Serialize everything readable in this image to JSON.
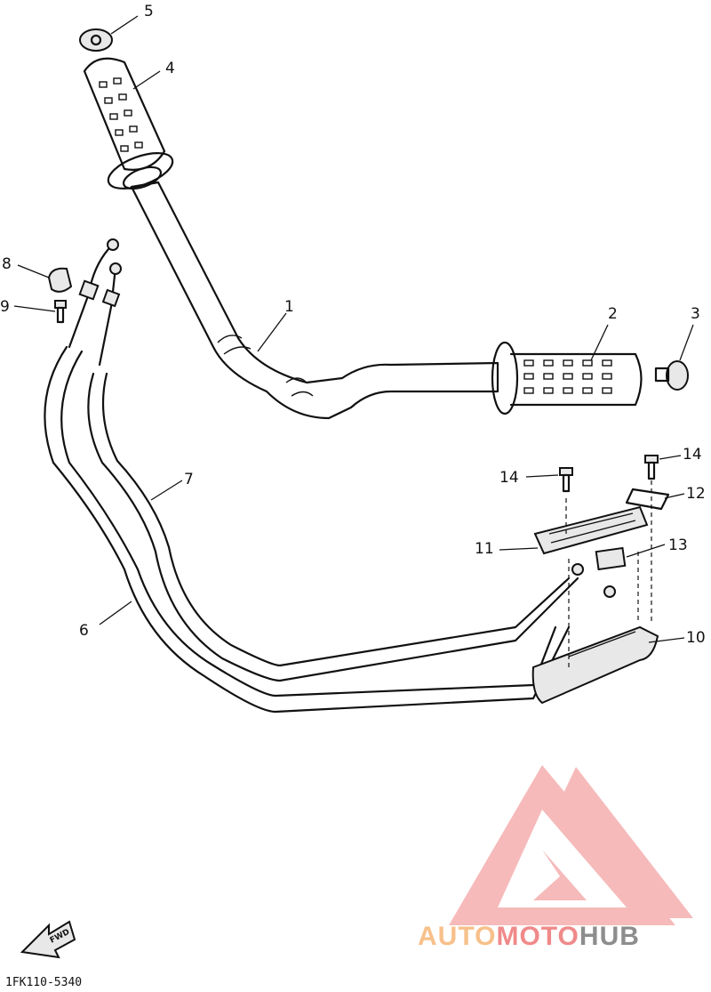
{
  "diagram": {
    "callouts": [
      "1",
      "2",
      "3",
      "4",
      "5",
      "6",
      "7",
      "8",
      "9",
      "10",
      "11",
      "12",
      "13",
      "14",
      "14"
    ],
    "drawing_code": "1FK110-5340",
    "fwd_label": "FWD"
  },
  "watermark": {
    "part1": "AUTO",
    "part2": "MOTO",
    "part3": "HUB",
    "colors": {
      "logo": "#f08a8a",
      "auto": "#f7c08b",
      "hub": "#8d8d8d"
    }
  }
}
